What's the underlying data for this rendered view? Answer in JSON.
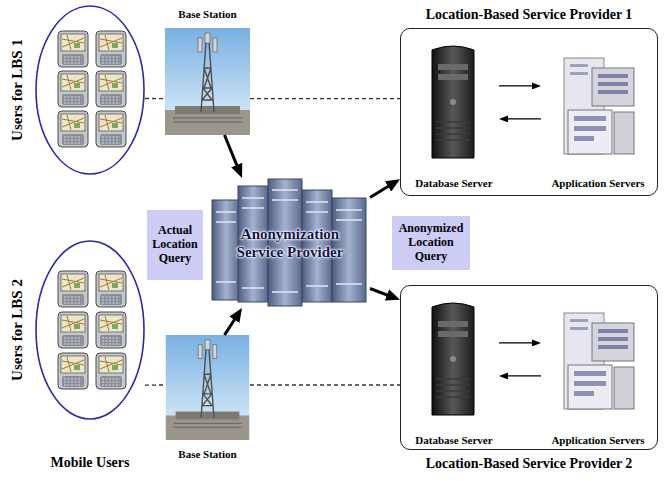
{
  "diagram": {
    "nodes": [
      {
        "text": [
          "Users for LBS 1"
        ]
      },
      {
        "text": [
          "Base Station"
        ]
      },
      {
        "text": [
          "Location-Based Service Provider 1"
        ]
      },
      {
        "text": [
          "Database Server"
        ],
        "in": 2
      },
      {
        "text": [
          "Application Servers"
        ],
        "in": 2
      },
      {
        "text": [
          "Actual Location Query"
        ]
      },
      {
        "text": [
          "Anonymization Service Provider"
        ]
      },
      {
        "text": [
          "Anonymized Location Query"
        ]
      },
      {
        "text": [
          "Users for LBS 2"
        ]
      },
      {
        "text": [
          "Base Station"
        ]
      },
      {
        "text": [
          "Location-Based Service Provider 2"
        ]
      },
      {
        "text": [
          "Database Server"
        ],
        "in": 10
      },
      {
        "text": [
          "Application Servers"
        ],
        "in": 10
      }
    ],
    "edges": [
      {
        "from": 0,
        "to": 1,
        "arrow": "none"
      },
      {
        "from": 1,
        "to": 2,
        "arrow": "none"
      },
      {
        "from": 1,
        "to": 6,
        "arrow": "to"
      },
      {
        "from": 6,
        "to": 2,
        "arrow": "to"
      },
      {
        "from": 3,
        "to": 4,
        "arrow": "to"
      },
      {
        "from": 4,
        "to": 3,
        "arrow": "to"
      },
      {
        "from": 8,
        "to": 9,
        "arrow": "none"
      },
      {
        "from": 9,
        "to": 10,
        "arrow": "none"
      },
      {
        "from": 9,
        "to": 6,
        "arrow": "to"
      },
      {
        "from": 6,
        "to": 10,
        "arrow": "to"
      },
      {
        "from": 11,
        "to": 12,
        "arrow": "to"
      },
      {
        "from": 12,
        "to": 11,
        "arrow": "to"
      }
    ],
    "labels": [
      "Mobile Users"
    ]
  }
}
